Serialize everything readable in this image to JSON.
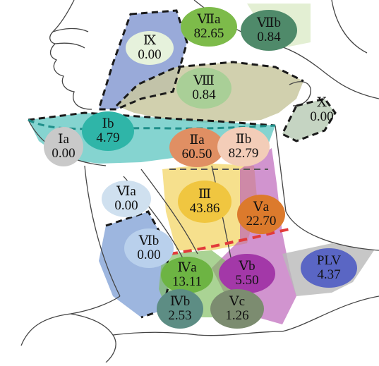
{
  "figure": {
    "regions": [
      {
        "id": "IX",
        "level": "Ⅸ",
        "value": "0.00",
        "color": "#e6f2dc"
      },
      {
        "id": "VIIa",
        "level": "Ⅶa",
        "value": "82.65",
        "color": "#7dbb4a"
      },
      {
        "id": "VIIb",
        "level": "Ⅶb",
        "value": "0.84",
        "color": "#4f8a6a"
      },
      {
        "id": "VIII",
        "level": "Ⅷ",
        "value": "0.84",
        "color": "#a9cf97"
      },
      {
        "id": "X",
        "level": "Ⅹ",
        "value": "0.00",
        "color": "transparent"
      },
      {
        "id": "Ia",
        "level": "Ⅰa",
        "value": "0.00",
        "color": "#c9c9c9"
      },
      {
        "id": "Ib",
        "level": "Ⅰb",
        "value": "4.79",
        "color": "#2fb5a8"
      },
      {
        "id": "IIa",
        "level": "Ⅱa",
        "value": "60.50",
        "color": "#e08f63"
      },
      {
        "id": "IIb",
        "level": "Ⅱb",
        "value": "82.79",
        "color": "#f3cdb8"
      },
      {
        "id": "VIa",
        "level": "Ⅵa",
        "value": "0.00",
        "color": "#cfe0ef"
      },
      {
        "id": "III",
        "level": "Ⅲ",
        "value": "43.86",
        "color": "#f0c640"
      },
      {
        "id": "Va",
        "level": "Ⅴa",
        "value": "22.70",
        "color": "#dc7a2c"
      },
      {
        "id": "VIb",
        "level": "Ⅵb",
        "value": "0.00",
        "color": "#b9d0ec"
      },
      {
        "id": "IVa",
        "level": "Ⅳa",
        "value": "13.11",
        "color": "#6db443"
      },
      {
        "id": "Vb",
        "level": "Ⅴb",
        "value": "5.50",
        "color": "#a338a8"
      },
      {
        "id": "PLV",
        "level": "PLV",
        "value": "4.37",
        "color": "#5a66c4"
      },
      {
        "id": "IVb",
        "level": "Ⅳb",
        "value": "2.53",
        "color": "#5d8d84"
      },
      {
        "id": "Vc",
        "level": "Ⅴc",
        "value": "1.26",
        "color": "#7c8c70"
      }
    ]
  }
}
